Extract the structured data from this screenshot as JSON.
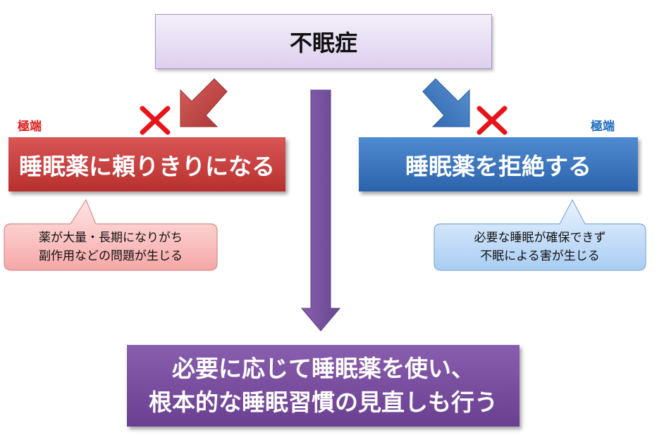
{
  "top": {
    "title": "不眠症"
  },
  "left": {
    "extreme_label": "極端",
    "title": "睡眠薬に頼りきりになる",
    "bubble_lines": [
      "薬が大量・長期になりがち",
      "副作用などの問題が生じる"
    ]
  },
  "right": {
    "extreme_label": "極端",
    "title": "睡眠薬を拒絶する",
    "bubble_lines": [
      "必要な睡眠が確保できず",
      "不眠による害が生じる"
    ]
  },
  "bottom": {
    "lines": [
      "必要に応じて睡眠薬を使い、",
      "根本的な睡眠習慣の見直しも行う"
    ]
  },
  "colors": {
    "left_accent": "#c0392b",
    "right_accent": "#3470b8",
    "center_arrow": "#7a5aa3",
    "cross_mark": "#e8141b"
  },
  "icons": {
    "left_arrow": "down-left-arrow-icon",
    "right_arrow": "down-right-arrow-icon",
    "center_arrow": "down-arrow-icon",
    "cross": "cross-mark-icon"
  }
}
